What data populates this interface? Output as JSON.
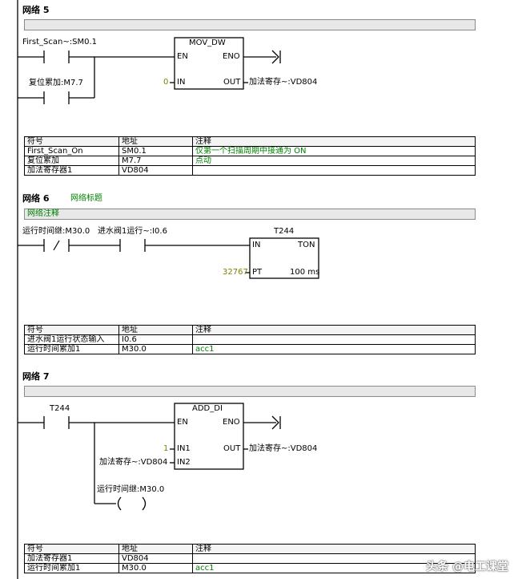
{
  "net5": {
    "title": "网络 5",
    "contact1": "First_Scan~:SM0.1",
    "contact2": "复位累加:M7.7",
    "box_name": "MOV_DW",
    "pin_en": "EN",
    "pin_eno": "ENO",
    "pin_in": "IN",
    "pin_out": "OUT",
    "in_value": "0",
    "out_operand": "加法寄存~:VD804",
    "table": {
      "headers": [
        "符号",
        "地址",
        "注释"
      ],
      "rows": [
        [
          "First_Scan_On",
          "SM0.1",
          "仅第一个扫描周期中接通为 ON"
        ],
        [
          "复位累加",
          "M7.7",
          "点动"
        ],
        [
          "加法寄存器1",
          "VD804",
          ""
        ]
      ]
    }
  },
  "net6": {
    "title": "网络 6",
    "subtitle": "网络标题",
    "comment": "网络注释",
    "contact1": "运行时间继:M30.0",
    "contact1_symbol": "/",
    "contact2": "进水阀1运行~:I0.6",
    "timer_name": "T244",
    "pin_in": "IN",
    "pin_type": "TON",
    "pin_pt": "PT",
    "pt_value": "32767",
    "resolution": "100 ms",
    "table": {
      "headers": [
        "符号",
        "地址",
        "注释"
      ],
      "rows": [
        [
          "进水阀1运行状态输入",
          "I0.6",
          ""
        ],
        [
          "运行时间累加1",
          "M30.0",
          "acc1"
        ]
      ]
    }
  },
  "net7": {
    "title": "网络 7",
    "contact1": "T244",
    "box_name": "ADD_DI",
    "pin_en": "EN",
    "pin_eno": "ENO",
    "pin_in1": "IN1",
    "pin_in2": "IN2",
    "pin_out": "OUT",
    "in1_value": "1",
    "in2_operand": "加法寄存~:VD804",
    "out_operand": "加法寄存~:VD804",
    "coil_label": "运行时间继:M30.0",
    "table": {
      "headers": [
        "符号",
        "地址",
        "注释"
      ],
      "rows": [
        [
          "加法寄存器1",
          "VD804",
          ""
        ],
        [
          "运行时间累加1",
          "M30.0",
          "acc1"
        ]
      ]
    }
  },
  "watermark": "头条 @电工课堂",
  "colors": {
    "comment_text": "#008000",
    "constant_text": "#808000",
    "bar_fill": "#e8e8e8"
  }
}
